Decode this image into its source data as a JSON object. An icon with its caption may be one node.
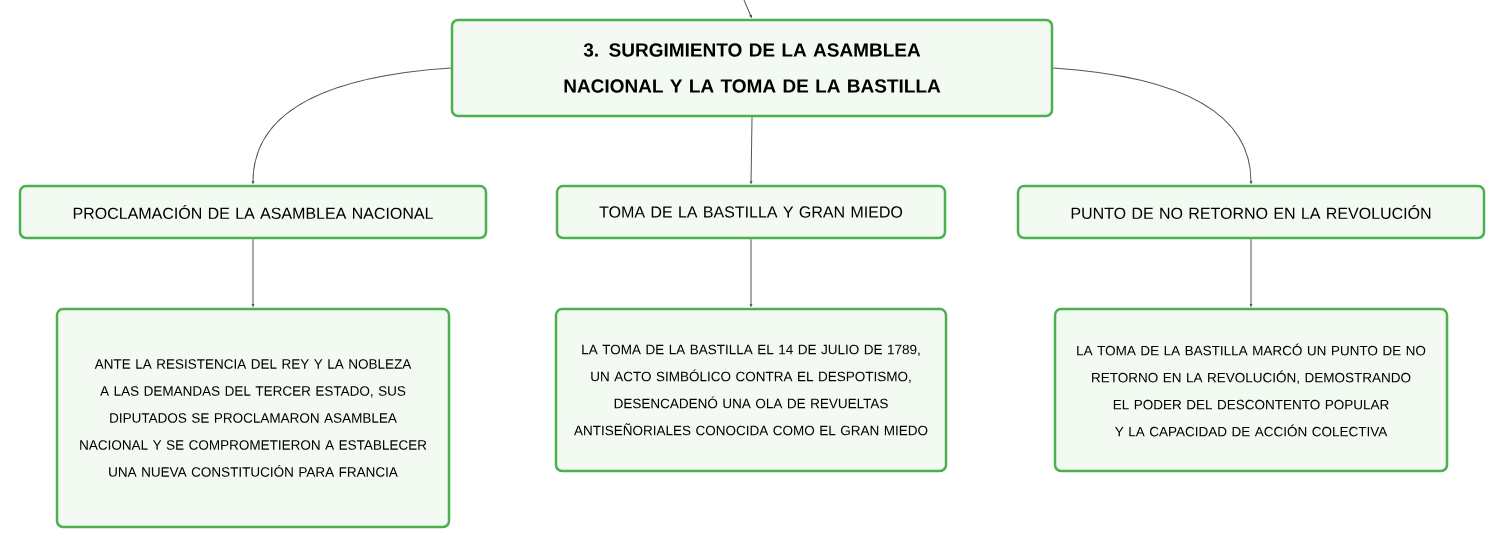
{
  "diagram": {
    "nodes": [
      {
        "text": [
          "3. SURGIMIENTO DE LA ASAMBLEA NACIONAL Y LA TOMA DE LA BASTILLA"
        ]
      },
      {
        "text": [
          "PROCLAMACIÓN DE LA ASAMBLEA NACIONAL"
        ]
      },
      {
        "text": [
          "TOMA DE LA BASTILLA Y GRAN MIEDO"
        ]
      },
      {
        "text": [
          "PUNTO DE NO RETORNO EN LA REVOLUCIÓN"
        ]
      },
      {
        "text": [
          "ANTE LA RESISTENCIA DEL REY Y LA NOBLEZA A LAS DEMANDAS DEL TERCER ESTADO, SUS DIPUTADOS SE PROCLAMARON ASAMBLEA NACIONAL Y SE COMPROMETIERON A ESTABLECER UNA NUEVA CONSTITUCIÓN PARA FRANCIA"
        ]
      },
      {
        "text": [
          "LA TOMA DE LA BASTILLA EL 14 DE JULIO DE 1789, UN ACTO SIMBÓLICO CONTRA EL DESPOTISMO, DESENCADENÓ UNA OLA DE REVUELTAS ANTISEÑORIALES CONOCIDA COMO EL GRAN MIEDO"
        ]
      },
      {
        "text": [
          "LA TOMA DE LA BASTILLA MARCÓ UN PUNTO DE NO RETORNO EN LA REVOLUCIÓN, DEMOSTRANDO EL PODER DEL DESCONTENTO POPULAR Y LA CAPACIDAD DE ACCIÓN COLECTIVA"
        ]
      }
    ],
    "edges": [
      {
        "from": null,
        "to": 0,
        "arrow": "to"
      },
      {
        "from": 0,
        "to": 1,
        "arrow": "to"
      },
      {
        "from": 0,
        "to": 2,
        "arrow": "to"
      },
      {
        "from": 0,
        "to": 3,
        "arrow": "to"
      },
      {
        "from": 1,
        "to": 4,
        "arrow": "to"
      },
      {
        "from": 2,
        "to": 5,
        "arrow": "to"
      },
      {
        "from": 3,
        "to": 6,
        "arrow": "to"
      }
    ]
  }
}
